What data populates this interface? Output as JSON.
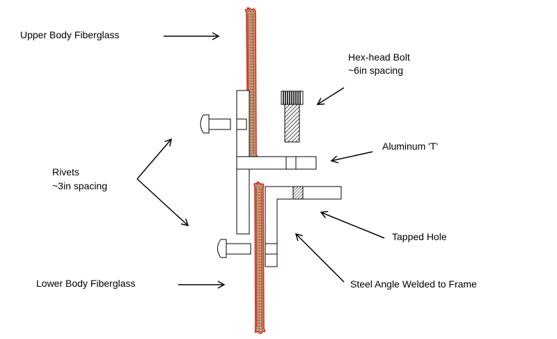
{
  "labels": {
    "upper_body": "Upper Body Fiberglass",
    "hex_bolt_line1": "Hex-head Bolt",
    "hex_bolt_line2": "~6in spacing",
    "aluminum_t": "Aluminum 'T'",
    "rivets_line1": "Rivets",
    "rivets_line2": "~3in spacing",
    "tapped_hole": "Tapped Hole",
    "lower_body": "Lower Body Fiberglass",
    "steel_angle": "Steel Angle Welded to Frame"
  },
  "colors": {
    "outline": "#000000",
    "fiberglass_fill": "#b89a74",
    "fiberglass_edge": "#e0281e"
  }
}
